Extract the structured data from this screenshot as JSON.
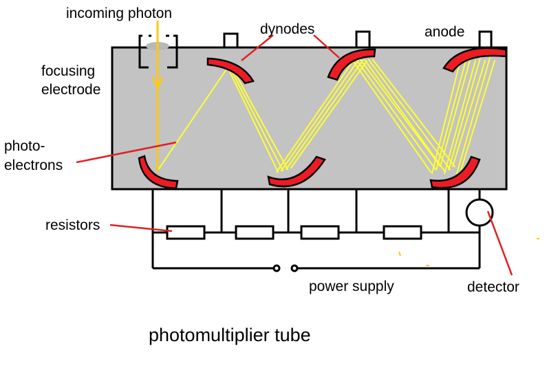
{
  "diagram": {
    "title": "photomultiplier tube",
    "labels": {
      "incoming_photon": "incoming photon",
      "dynodes": "dynodes",
      "anode": "anode",
      "focusing_line1": "focusing",
      "focusing_line2": "electrode",
      "photo_line1": "photo-",
      "photo_line2": "electrons",
      "resistors": "resistors",
      "power_supply": "power supply",
      "detector": "detector"
    },
    "colors": {
      "tube_fill": "#c3c3c3",
      "electrode": "#ed1c24",
      "electron_path": "#ffff33",
      "photon_ray": "#ffc90e",
      "pointer": "#e02020",
      "wire": "#000000"
    }
  }
}
